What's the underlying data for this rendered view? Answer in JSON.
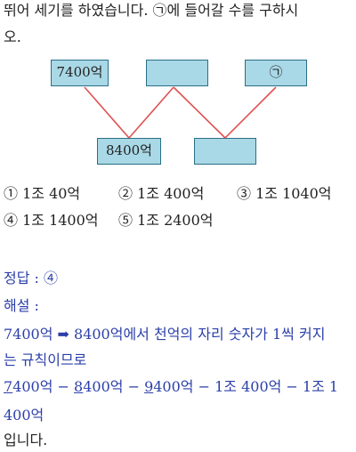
{
  "question": {
    "line1": "뛰어 세기를 하였습니다. ㉠에 들어갈 수를 구하시",
    "line2": "오."
  },
  "diagram": {
    "top_box_1": "7400억",
    "top_box_2": "",
    "top_box_3": "㉠",
    "bottom_box_1": "8400억",
    "bottom_box_2": "",
    "line_color": "#e05050",
    "box_fill": "#a9d8e6"
  },
  "options": {
    "o1": "① 1조 40억",
    "o2": "② 1조 400억",
    "o3": "③ 1조 1040억",
    "o4": "④ 1조 1400억",
    "o5": "⑤ 1조 2400억"
  },
  "answer": {
    "label": "정답 : ④",
    "explain_label": "해설 :",
    "exp1": "7400억 ➡ 8400억에서 천억의 자리 숫자가 1씩 커지",
    "exp2": "는 규칙이므로",
    "seq_a_digit": "7",
    "seq_a_rest": "400억",
    "seq_b_digit": "8",
    "seq_b_rest": "400억",
    "seq_c_digit": "9",
    "seq_c_rest": "400억",
    "seq_tail": " − 1조 400억 − 1조 1",
    "seq_sep": " − ",
    "exp4": "400억",
    "exp5": "입니다."
  },
  "colors": {
    "answer_text": "#2b3fa8"
  }
}
